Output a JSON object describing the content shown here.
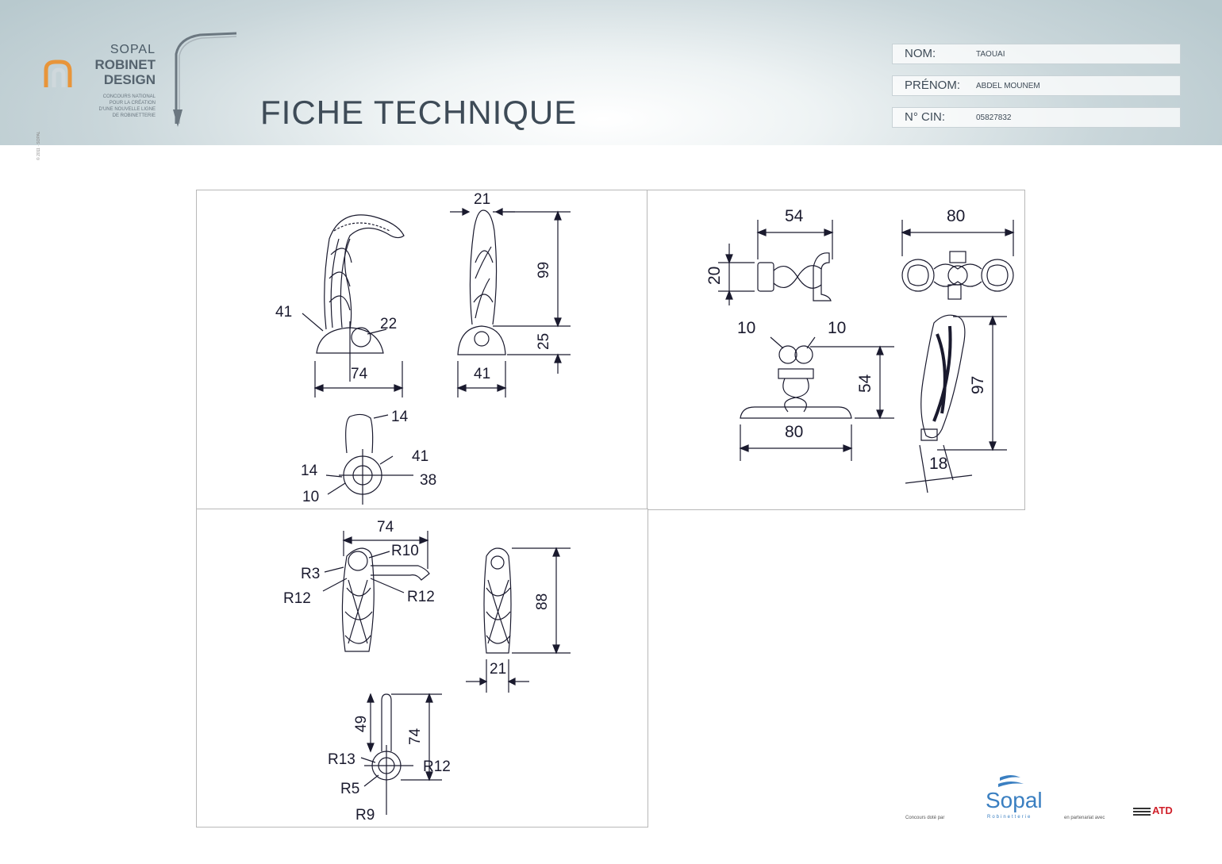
{
  "header": {
    "brand_line1": "SOPAL",
    "brand_line2": "ROBINET",
    "brand_line3": "DESIGN",
    "tagline": [
      "CONCOURS NATIONAL",
      "POUR LA CRÉATION",
      "D'UNE NOUVELLE LIGNE",
      "DE ROBINETTERIE"
    ],
    "title": "FICHE TECHNIQUE",
    "fields": [
      {
        "label": "NOM:",
        "value": "TAOUAI"
      },
      {
        "label": "PRÉNOM:",
        "value": "ABDEL MOUNEM"
      },
      {
        "label": "N° CIN:",
        "value": "05827832"
      }
    ],
    "copyright": "©  2011 · SOPAL"
  },
  "panel1": {
    "front": {
      "d41": "41",
      "d22": "22",
      "d74": "74"
    },
    "side": {
      "d21": "21",
      "d99": "99",
      "d25": "25",
      "d41": "41"
    },
    "top": {
      "d14a": "14",
      "d41": "41",
      "d14b": "14",
      "d38": "38",
      "d10": "10"
    }
  },
  "panel2": {
    "top": {
      "d54": "54",
      "d20": "20"
    },
    "front": {
      "d80": "80"
    },
    "side": {
      "d10a": "10",
      "d10b": "10",
      "d54": "54",
      "d80": "80"
    },
    "handle": {
      "d97": "97",
      "d18": "18"
    }
  },
  "panel3": {
    "front": {
      "d74": "74",
      "r10": "R10",
      "r3": "R3",
      "r12a": "R12",
      "r12b": "R12"
    },
    "side": {
      "d88": "88",
      "d21": "21"
    },
    "top": {
      "d49": "49",
      "d74": "74",
      "r13": "R13",
      "r12": "R12",
      "r5": "R5",
      "r9": "R9"
    }
  },
  "footer": {
    "sopal": "Sopal",
    "sopal_sub": "Robinetterie",
    "credit_left": "Concours doté par",
    "credit_right": "en partenariat avec",
    "atd": "ATD"
  },
  "colors": {
    "ink": "#1a1a2e",
    "brand": "#3a7fc1",
    "accent_orange": "#e8953a",
    "atd_red": "#d0202a"
  }
}
